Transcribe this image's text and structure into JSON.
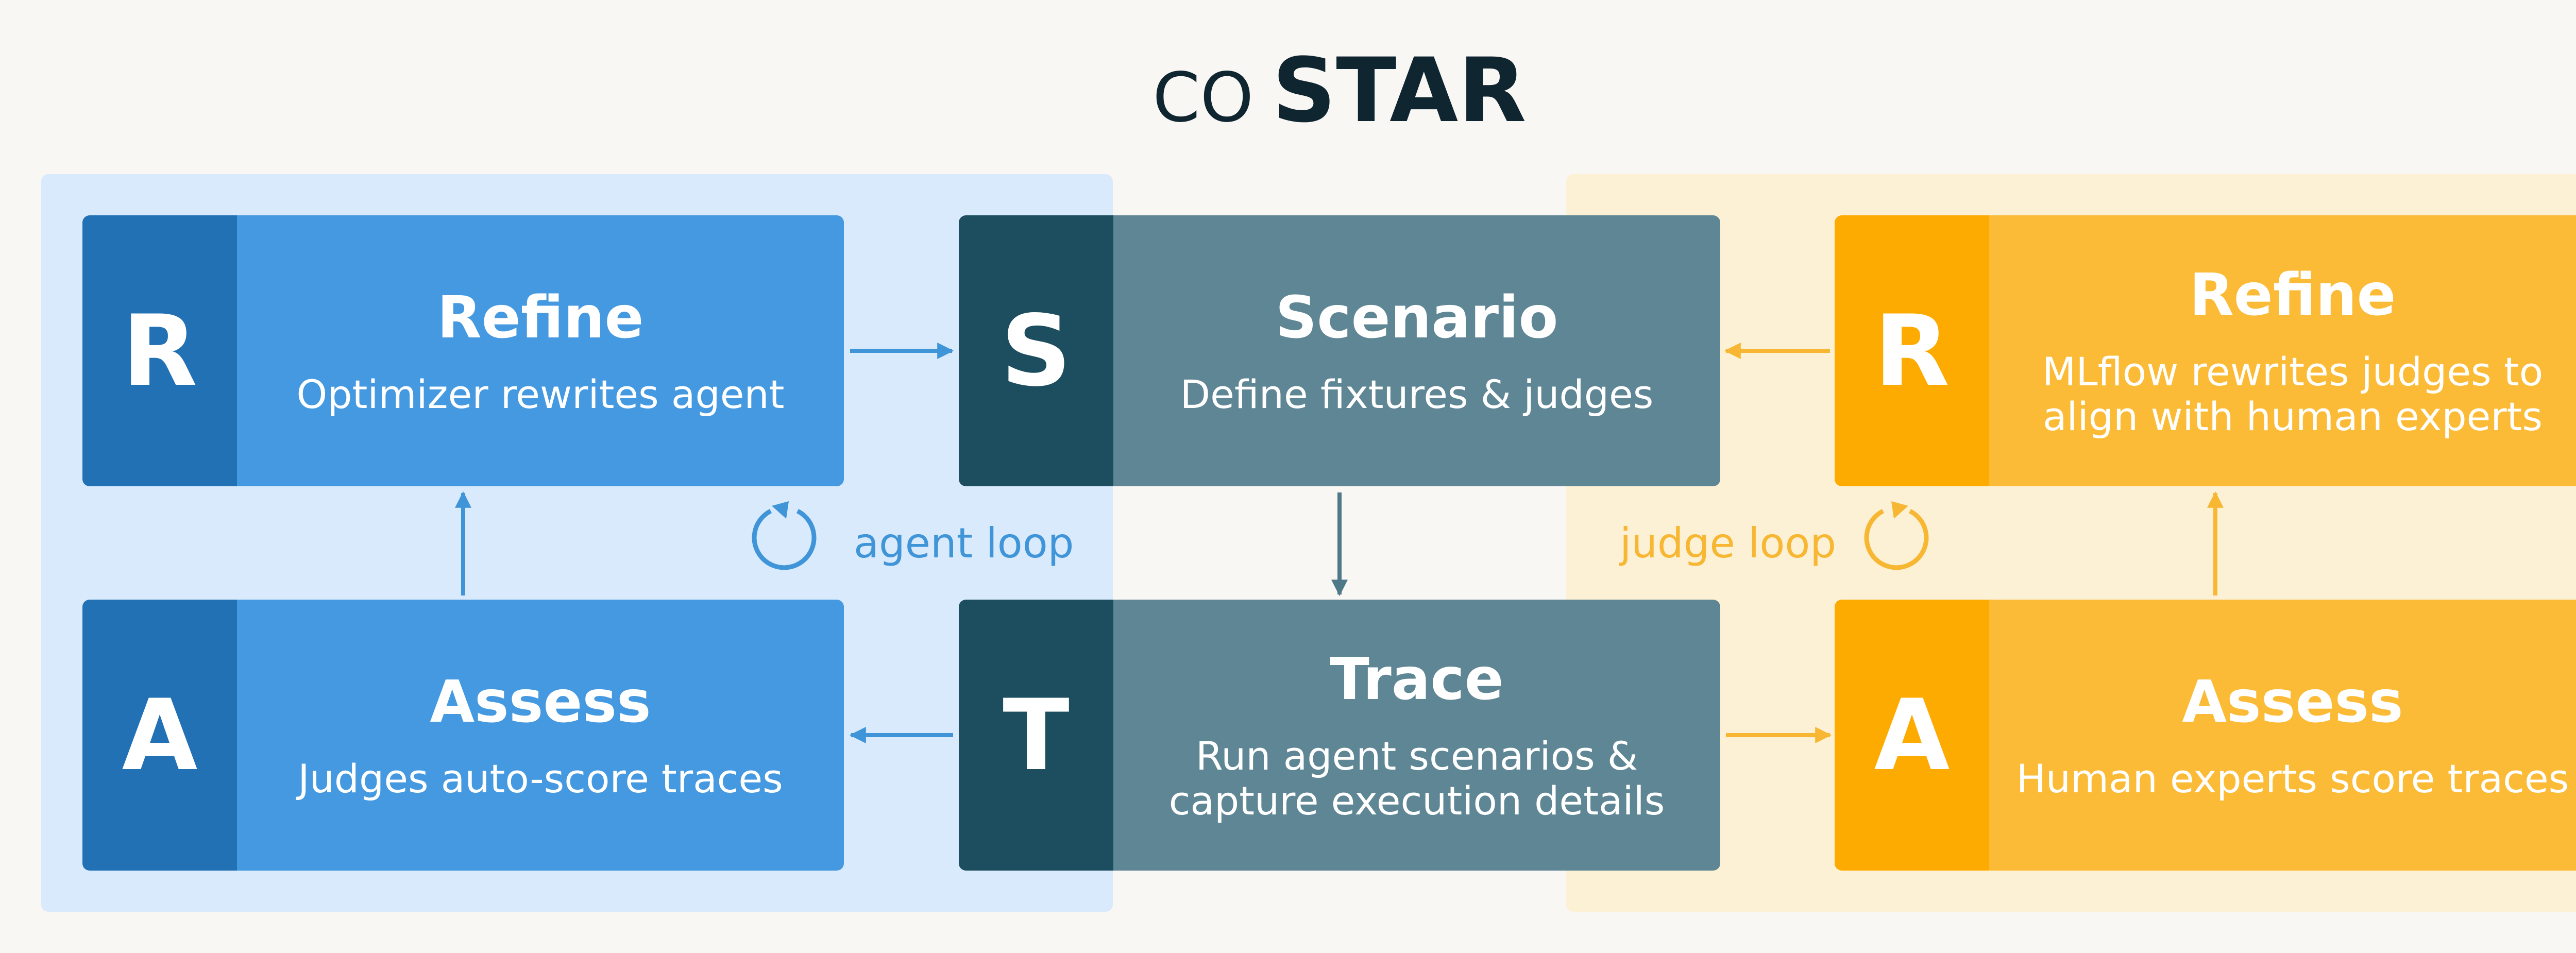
{
  "title": {
    "prefix": "CO",
    "main": "STAR"
  },
  "colors": {
    "agent_dark": "#2271b5",
    "agent_light": "#4499e0",
    "core_dark": "#1d4e5f",
    "core_light": "#5f8694",
    "judge_dark": "#fdab00",
    "judge_light": "#fbbb36",
    "agent_panel": "#d8eafb",
    "judge_panel": "#fdf1d5"
  },
  "cards": {
    "refine_agent": {
      "letter": "R",
      "heading": "Refine",
      "desc": [
        "Optimizer rewrites agent"
      ]
    },
    "assess_agent": {
      "letter": "A",
      "heading": "Assess",
      "desc": [
        "Judges auto-score traces"
      ]
    },
    "scenario": {
      "letter": "S",
      "heading": "Scenario",
      "desc": [
        "Define fixtures & judges"
      ]
    },
    "trace": {
      "letter": "T",
      "heading": "Trace",
      "desc": [
        "Run agent scenarios &",
        "capture execution details"
      ]
    },
    "refine_judge": {
      "letter": "R",
      "heading": "Refine",
      "desc": [
        "MLflow rewrites judges to",
        "align with human experts"
      ]
    },
    "assess_judge": {
      "letter": "A",
      "heading": "Assess",
      "desc": [
        "Human experts score traces"
      ]
    }
  },
  "loops": {
    "agent": "agent loop",
    "judge": "judge loop"
  },
  "icons": {
    "loop": "cycle-arrow-icon",
    "flow": "arrow-icon"
  }
}
